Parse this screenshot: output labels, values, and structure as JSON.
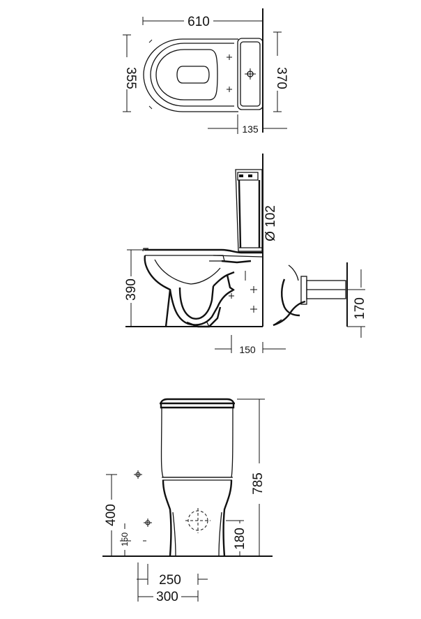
{
  "dimensions": {
    "top_width": "610",
    "top_bowl_width": "355",
    "top_cistern_width": "370",
    "top_wall_offset": "135",
    "side_diameter": "Ø 102",
    "side_height": "390",
    "side_wall_offset": "150",
    "outlet_height": "170",
    "front_height": "785",
    "front_inlet_height": "400",
    "front_inlet_low": "150",
    "front_outlet_height": "180",
    "front_width_inner": "250",
    "front_width_outer": "300"
  }
}
